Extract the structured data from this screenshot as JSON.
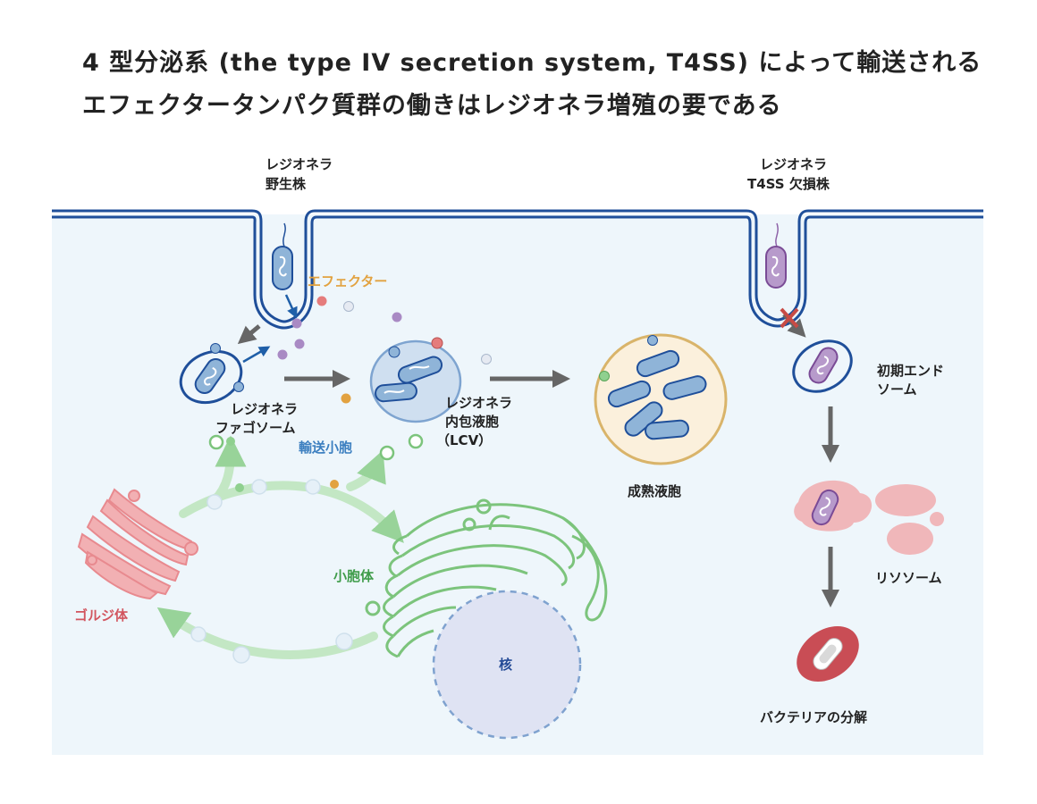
{
  "title": {
    "line1": "4 型分泌系 (the type IV secretion system, T4SS) によって輸送される",
    "line2": "エフェクタータンパク質群の働きはレジオネラ増殖の要である"
  },
  "strains": {
    "wild_type": [
      "レジオネラ",
      "野生株"
    ],
    "mutant": [
      "レジオネラ",
      "T4SS 欠損株"
    ]
  },
  "labels": {
    "effector": "エフェクター",
    "phagosome": [
      "レジオネラ",
      "ファゴソーム"
    ],
    "lcv": [
      "レジオネラ",
      "内包液胞",
      "（LCV）"
    ],
    "transport_vesicle": "輸送小胞",
    "mature_vacuole": "成熟液胞",
    "er": "小胞体",
    "golgi": "ゴルジ体",
    "nucleus": "核",
    "early_endosome": [
      "初期エンド",
      "ソーム"
    ],
    "lysosome": "リソソーム",
    "degradation": "バクテリアの分解"
  },
  "colors": {
    "membrane": "#1f4f9a",
    "cytoplasm": "#eef6fb",
    "bacterium_wt": "#8fb4d8",
    "bacterium_mutant": "#b79acb",
    "vesicle_green": "#7cc47c",
    "lcv_fill": "#cfdff0",
    "mature_border": "#d9b46a",
    "mature_fill": "#fbf0dc",
    "lysosome": "#e8a9ad",
    "golgi": "#e88a8f",
    "nucleus_fill": "#dfe3f3",
    "effector_label": "#e2a240",
    "transport_label": "#3c7fc0",
    "er_label": "#3f9c4a",
    "golgi_label": "#d2555f",
    "nucleus_label": "#234a96",
    "arrow_gray": "#666666",
    "block_red": "#c84b45"
  }
}
